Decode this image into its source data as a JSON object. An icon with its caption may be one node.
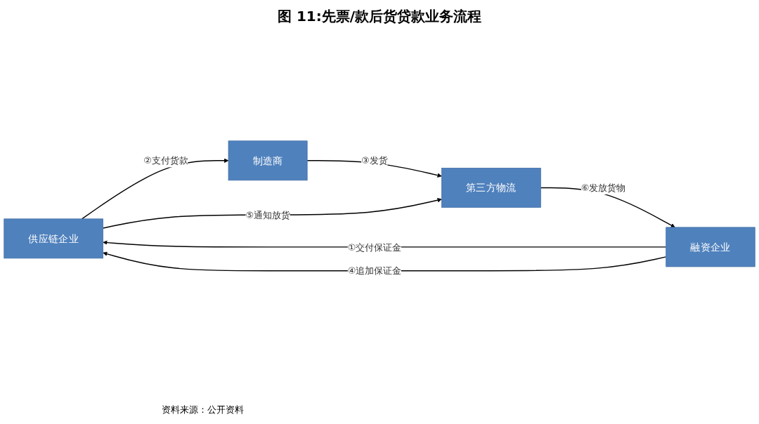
{
  "diagram": {
    "title": "图 11:先票/款后货贷款业务流程",
    "nodes": [
      {
        "text": [
          "供应链企业"
        ]
      },
      {
        "text": [
          "制造商"
        ]
      },
      {
        "text": [
          "融资企业"
        ]
      },
      {
        "text": [
          "第三方物流"
        ]
      }
    ],
    "edges": [
      {
        "from": 0,
        "to": 1,
        "arrow": "to",
        "label": "②支付货款"
      },
      {
        "from": 1,
        "to": 3,
        "arrow": "to",
        "label": "③发货"
      },
      {
        "from": 2,
        "to": 0,
        "arrow": "to",
        "label": "①交付保证金"
      },
      {
        "from": 2,
        "to": 0,
        "arrow": "to",
        "label": "④追加保证金"
      },
      {
        "from": 0,
        "to": 3,
        "arrow": "to",
        "label": "⑤通知放货"
      },
      {
        "from": 3,
        "to": 2,
        "arrow": "to",
        "label": "⑥发放货物"
      }
    ],
    "caption": "资料来源：公开资料"
  }
}
